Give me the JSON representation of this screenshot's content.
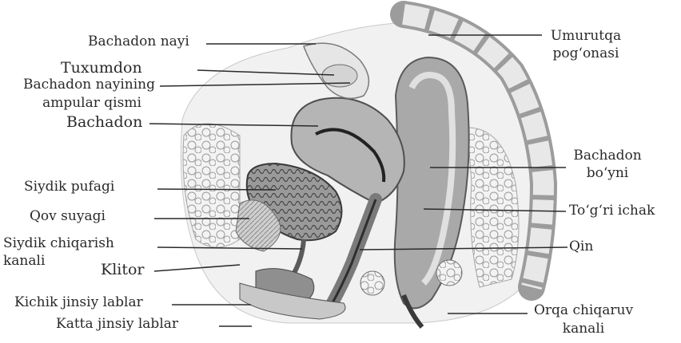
{
  "labels": {
    "bachadon_nayi": "Bachadon nayi",
    "tuxumdon": "Tuxumdon",
    "ampular_1": "Bachadon nayining",
    "ampular_2": "ampular qismi",
    "bachadon": "Bachadon",
    "siydik_pufagi": "Siydik pufagi",
    "qov_suyagi": "Qov suyagi",
    "siydik_chiqarish_1": "Siydik chiqarish",
    "siydik_chiqarish_2": "kanali",
    "klitor": "Klitor",
    "kichik_lablar": "Kichik jinsiy lablar",
    "katta_lablar": "Katta jinsiy lablar",
    "umurtqa_1": "Umurutqa",
    "umurtqa_2": "pog‘onasi",
    "bachadon_boyni_1": "Bachadon",
    "bachadon_boyni_2": "bo‘yni",
    "togri_ichak": "To‘g‘ri ichak",
    "qin": "Qin",
    "orqa_1": "Orqa chiqaruv",
    "orqa_2": "kanali"
  },
  "colors": {
    "ink": "#2a2a2a",
    "tissue_light": "#e4e4e4",
    "tissue_mid": "#bdbdbd",
    "tissue_dark": "#555555"
  }
}
